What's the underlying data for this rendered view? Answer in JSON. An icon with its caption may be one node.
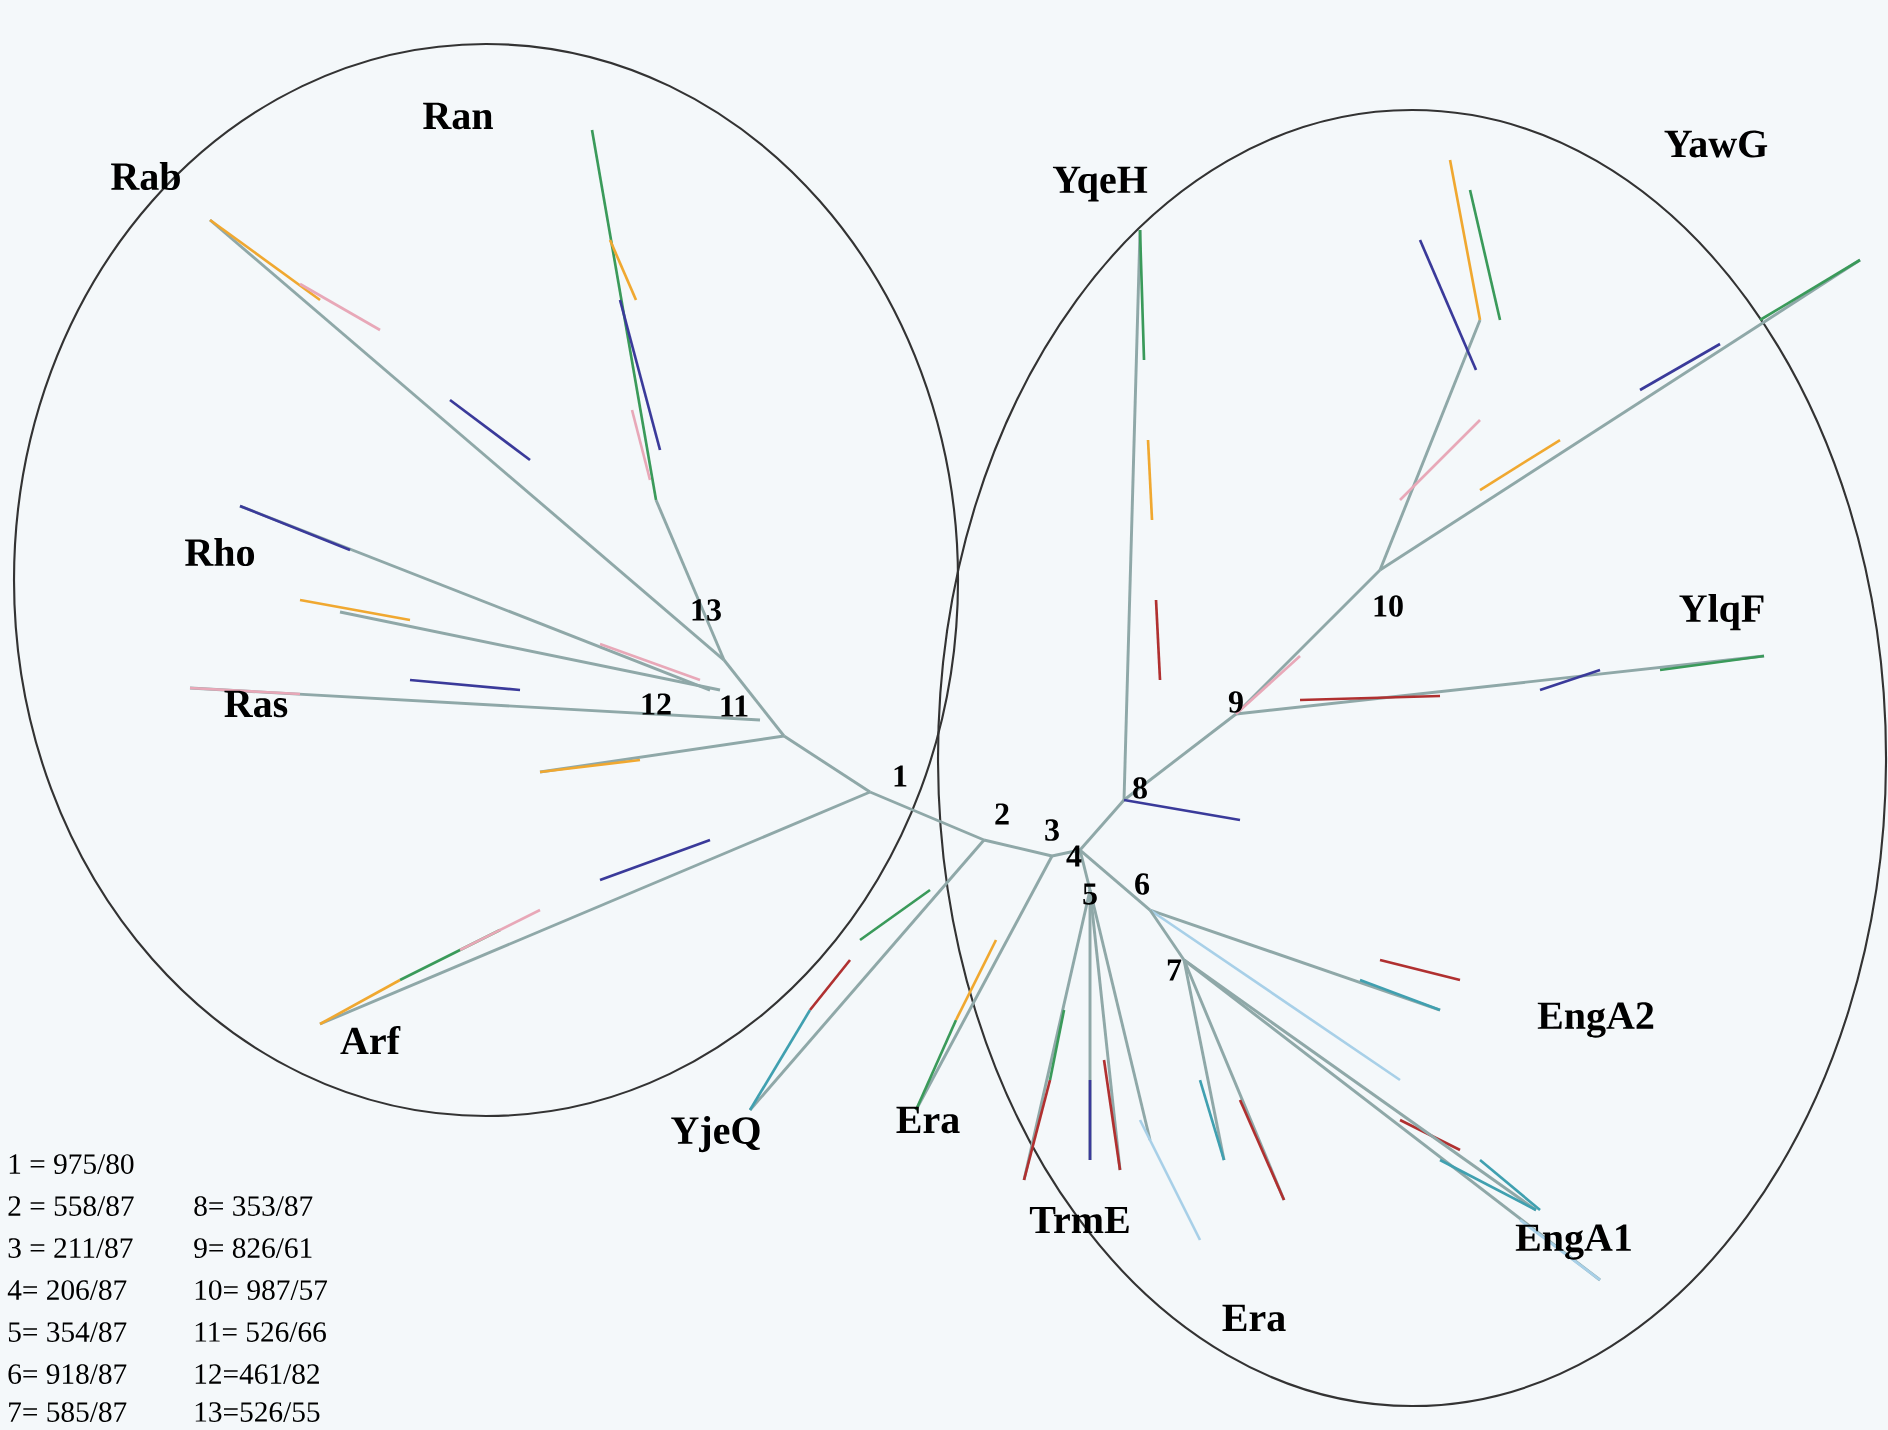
{
  "diagram": {
    "labels": [
      "Ran",
      "Rab",
      "YqeH",
      "YawG",
      "Rho",
      "13",
      "10",
      "YlqF",
      "Ras",
      "12",
      "11",
      "9",
      "1",
      "8",
      "2",
      "3",
      "4",
      "6",
      "5",
      "7",
      "EngA2",
      "Arf",
      "YjeQ",
      "Era",
      "TrmE",
      "EngA1",
      "Era",
      "1 = 975/80",
      "2 = 558/87",
      "8= 353/87",
      "3 = 211/87",
      "9= 826/61",
      "4= 206/87",
      "10= 987/57",
      "5= 354/87",
      "11= 526/66",
      "6= 918/87",
      "12=461/82",
      "7= 585/87",
      "13=526/55"
    ]
  }
}
